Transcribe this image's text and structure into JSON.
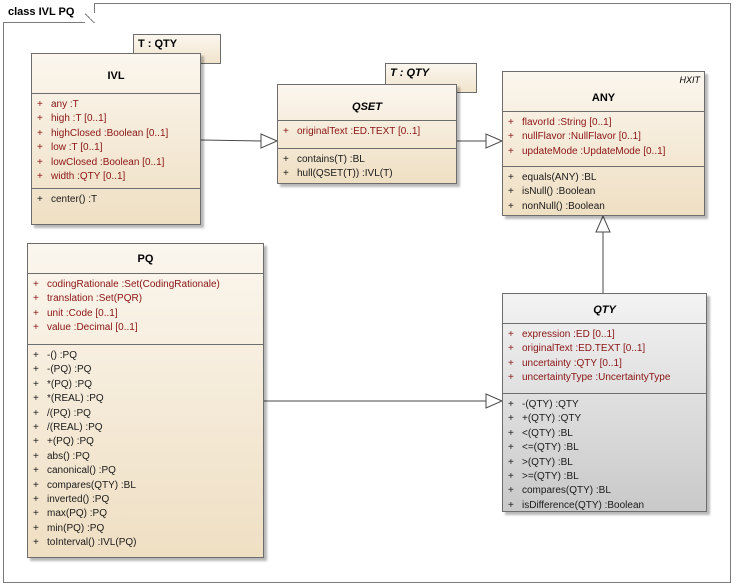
{
  "frame": {
    "label": "class IVL PQ"
  },
  "classes": {
    "ivl": {
      "name": "IVL",
      "template": "T : QTY",
      "attributes": [
        {
          "vis": "+",
          "text": "any  :T"
        },
        {
          "vis": "+",
          "text": "high  :T [0..1]"
        },
        {
          "vis": "+",
          "text": "highClosed  :Boolean [0..1]"
        },
        {
          "vis": "+",
          "text": "low  :T [0..1]"
        },
        {
          "vis": "+",
          "text": "lowClosed  :Boolean [0..1]"
        },
        {
          "vis": "+",
          "text": "width  :QTY [0..1]"
        }
      ],
      "operations": [
        {
          "vis": "+",
          "text": "center()  :T"
        }
      ]
    },
    "qset": {
      "name": "QSET",
      "template": "T : QTY",
      "attributes": [
        {
          "vis": "+",
          "text": "originalText  :ED.TEXT [0..1]"
        }
      ],
      "operations": [
        {
          "vis": "+",
          "text": "contains(T)  :BL"
        },
        {
          "vis": "+",
          "text": "hull(QSET(T))  :IVL(T)"
        }
      ]
    },
    "any": {
      "name": "ANY",
      "stereotype": "HXIT",
      "attributes": [
        {
          "vis": "+",
          "text": "flavorId  :String [0..1]"
        },
        {
          "vis": "+",
          "text": "nullFlavor  :NullFlavor [0..1]"
        },
        {
          "vis": "+",
          "text": "updateMode  :UpdateMode [0..1]"
        }
      ],
      "operations": [
        {
          "vis": "+",
          "text": "equals(ANY)  :BL"
        },
        {
          "vis": "+",
          "text": "isNull()  :Boolean"
        },
        {
          "vis": "+",
          "text": "nonNull()  :Boolean"
        }
      ]
    },
    "pq": {
      "name": "PQ",
      "attributes": [
        {
          "vis": "+",
          "text": "codingRationale  :Set(CodingRationale)"
        },
        {
          "vis": "+",
          "text": "translation  :Set(PQR)"
        },
        {
          "vis": "+",
          "text": "unit  :Code [0..1]"
        },
        {
          "vis": "+",
          "text": "value  :Decimal [0..1]"
        }
      ],
      "operations": [
        {
          "vis": "+",
          "text": "-()  :PQ"
        },
        {
          "vis": "+",
          "text": "-(PQ)  :PQ"
        },
        {
          "vis": "+",
          "text": "*(PQ)  :PQ"
        },
        {
          "vis": "+",
          "text": "*(REAL)  :PQ"
        },
        {
          "vis": "+",
          "text": "/(PQ)  :PQ"
        },
        {
          "vis": "+",
          "text": "/(REAL)  :PQ"
        },
        {
          "vis": "+",
          "text": "+(PQ)  :PQ"
        },
        {
          "vis": "+",
          "text": "abs()  :PQ"
        },
        {
          "vis": "+",
          "text": "canonical()  :PQ"
        },
        {
          "vis": "+",
          "text": "compares(QTY)  :BL"
        },
        {
          "vis": "+",
          "text": "inverted()  :PQ"
        },
        {
          "vis": "+",
          "text": "max(PQ)  :PQ"
        },
        {
          "vis": "+",
          "text": "min(PQ)  :PQ"
        },
        {
          "vis": "+",
          "text": "toInterval()  :IVL(PQ)"
        }
      ]
    },
    "qty": {
      "name": "QTY",
      "attributes": [
        {
          "vis": "+",
          "text": "expression  :ED [0..1]"
        },
        {
          "vis": "+",
          "text": "originalText  :ED.TEXT [0..1]"
        },
        {
          "vis": "+",
          "text": "uncertainty  :QTY [0..1]"
        },
        {
          "vis": "+",
          "text": "uncertaintyType  :UncertaintyType"
        }
      ],
      "operations": [
        {
          "vis": "+",
          "text": "-(QTY)  :QTY"
        },
        {
          "vis": "+",
          "text": "+(QTY)  :QTY"
        },
        {
          "vis": "+",
          "text": "<(QTY)  :BL"
        },
        {
          "vis": "+",
          "text": "<=(QTY)  :BL"
        },
        {
          "vis": "+",
          "text": ">(QTY)  :BL"
        },
        {
          "vis": "+",
          "text": ">=(QTY)  :BL"
        },
        {
          "vis": "+",
          "text": "compares(QTY)  :BL"
        },
        {
          "vis": "+",
          "text": "isDifference(QTY)  :Boolean"
        }
      ]
    }
  },
  "colors": {
    "attribute_text": "#8a1414",
    "operation_text": "#1a1a1a",
    "class_fill": "#efdfc3",
    "abstract_fill": "#c9c9c9",
    "line": "#4a4a4a"
  }
}
